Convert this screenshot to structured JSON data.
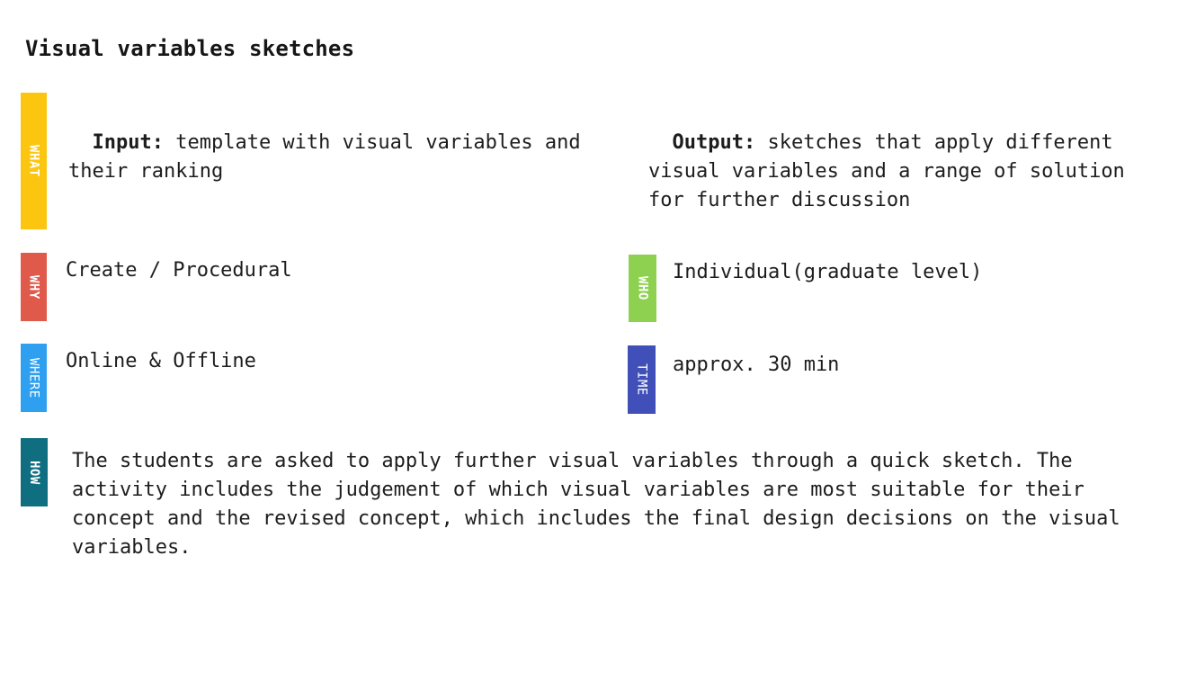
{
  "title": "Visual variables sketches",
  "tags": {
    "what": {
      "label": "WHAT",
      "color": "#FCC610"
    },
    "why": {
      "label": "WHY",
      "color": "#E05A4B"
    },
    "where": {
      "label": "WHERE",
      "color": "#2FA0F0"
    },
    "how": {
      "label": "HOW",
      "color": "#0F6E80"
    },
    "who": {
      "label": "WHO",
      "color": "#8ED150"
    },
    "time": {
      "label": "TIME",
      "color": "#4050B8"
    }
  },
  "what": {
    "input_label": "Input:",
    "input_text": " template with visual variables and their ranking",
    "output_label": "Output:",
    "output_text": " sketches that apply different visual variables and a range of solution for further discussion"
  },
  "why_text": "Create / Procedural",
  "who_text": "Individual(graduate level)",
  "where_text": "Online & Offline",
  "time_text": "approx. 30 min",
  "how_text": "The students are asked to apply further visual variables through a quick sketch. The activity includes the judgement of which visual variables are most suitable for their concept and the revised concept, which includes the final design decisions on the visual variables."
}
